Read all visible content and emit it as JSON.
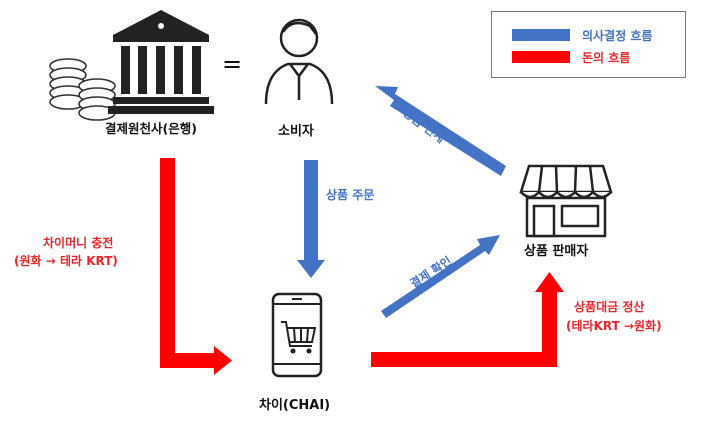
{
  "legend": {
    "decision_flow": "의사결정 흐름",
    "money_flow": "돈의 흐름",
    "decision_color": "#4472c4",
    "money_color": "#ff0000"
  },
  "nodes": {
    "bank": "결제원천사(은행)",
    "equals": "=",
    "consumer": "소비자",
    "seller": "상품 판매자",
    "chai": "차이(CHAI)"
  },
  "flows": {
    "product_linkage": "상품 인계",
    "product_order": "상품 주문",
    "payment_confirm": "결제 확인",
    "charge_line1": "차이머니 충전",
    "charge_line2": "(원화 → 테라 KRT)",
    "settle_line1": "상품대금 정산",
    "settle_line2": "(테라KRT →원화)"
  }
}
